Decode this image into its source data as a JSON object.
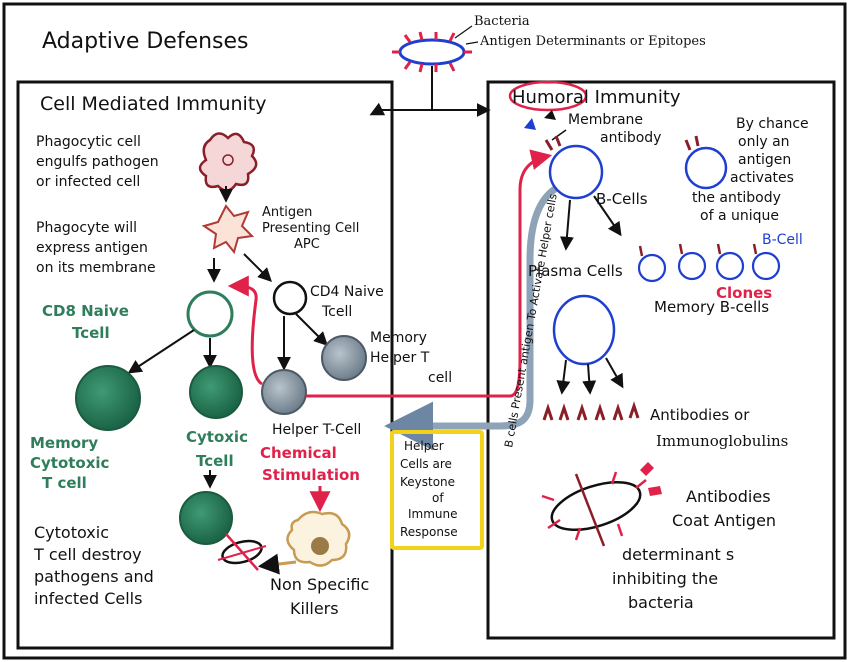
{
  "title": "Adaptive Defenses",
  "bacteria": {
    "label": "Bacteria",
    "epitope_label": "Antigen Determinants or Epitopes"
  },
  "cell_mediated": {
    "heading": "Cell Mediated Immunity",
    "phagocyte_text": [
      "Phagocytic cell",
      "engulfs pathogen",
      "or infected cell"
    ],
    "phagocyte_expresses": [
      "Phagocyte will",
      "express antigen",
      "on its membrane"
    ],
    "apc_label": [
      "Antigen",
      "Presenting Cell",
      "APC"
    ],
    "cd4_label": [
      "CD4 Naive",
      "Tcell"
    ],
    "cd8_label": [
      "CD8 Naive",
      "Tcell"
    ],
    "memory_helper_label": [
      "Memory",
      "Helper T",
      "cell"
    ],
    "memory_cytotoxic_label": [
      "Memory",
      "Cytotoxic",
      "T cell"
    ],
    "cytoxic_tcell_label": [
      "Cytoxic",
      "Tcell"
    ],
    "helper_tcell_label": "Helper T-Cell",
    "chemical_stimulation": [
      "Chemical",
      "Stimulation"
    ],
    "cytotoxic_destroy": [
      "Cytotoxic",
      "T cell destroy",
      "pathogens and",
      "infected Cells"
    ],
    "nonspecific_killers": [
      "Non Specific",
      "Killers"
    ]
  },
  "middle": {
    "keystone": [
      "Helper",
      "Cells are",
      "Keystone",
      "of",
      "Immune",
      "Response"
    ],
    "bcells_present": "B cells Present antigen To Activate Helper cells"
  },
  "humoral": {
    "heading": "Humoral Immunity",
    "membrane_antibody": [
      "Membrane",
      "antibody"
    ],
    "b_cells": "B-Cells",
    "by_chance": [
      "By chance",
      "only an",
      "antigen",
      "activates",
      "the antibody",
      "of a unique"
    ],
    "b_cell_blue": "B-Cell",
    "plasma_cells": "Plasma Cells",
    "clones": "Clones",
    "memory_b_cells": "Memory B-cells",
    "antibodies_or": "Antibodies or",
    "immunoglobulins": "Immunoglobulins",
    "antibodies_coat": [
      "Antibodies",
      "Coat Antigen"
    ],
    "determinants": [
      "determinant s",
      "inhibiting the",
      "bacteria"
    ]
  },
  "colors": {
    "cd8_green": "#2e7d5b",
    "red": "#e0224a",
    "bcell_blue": "#1e3fd0",
    "keystone_yellow": "#f2d21a",
    "arrow_gray": "#8fa3b8"
  }
}
